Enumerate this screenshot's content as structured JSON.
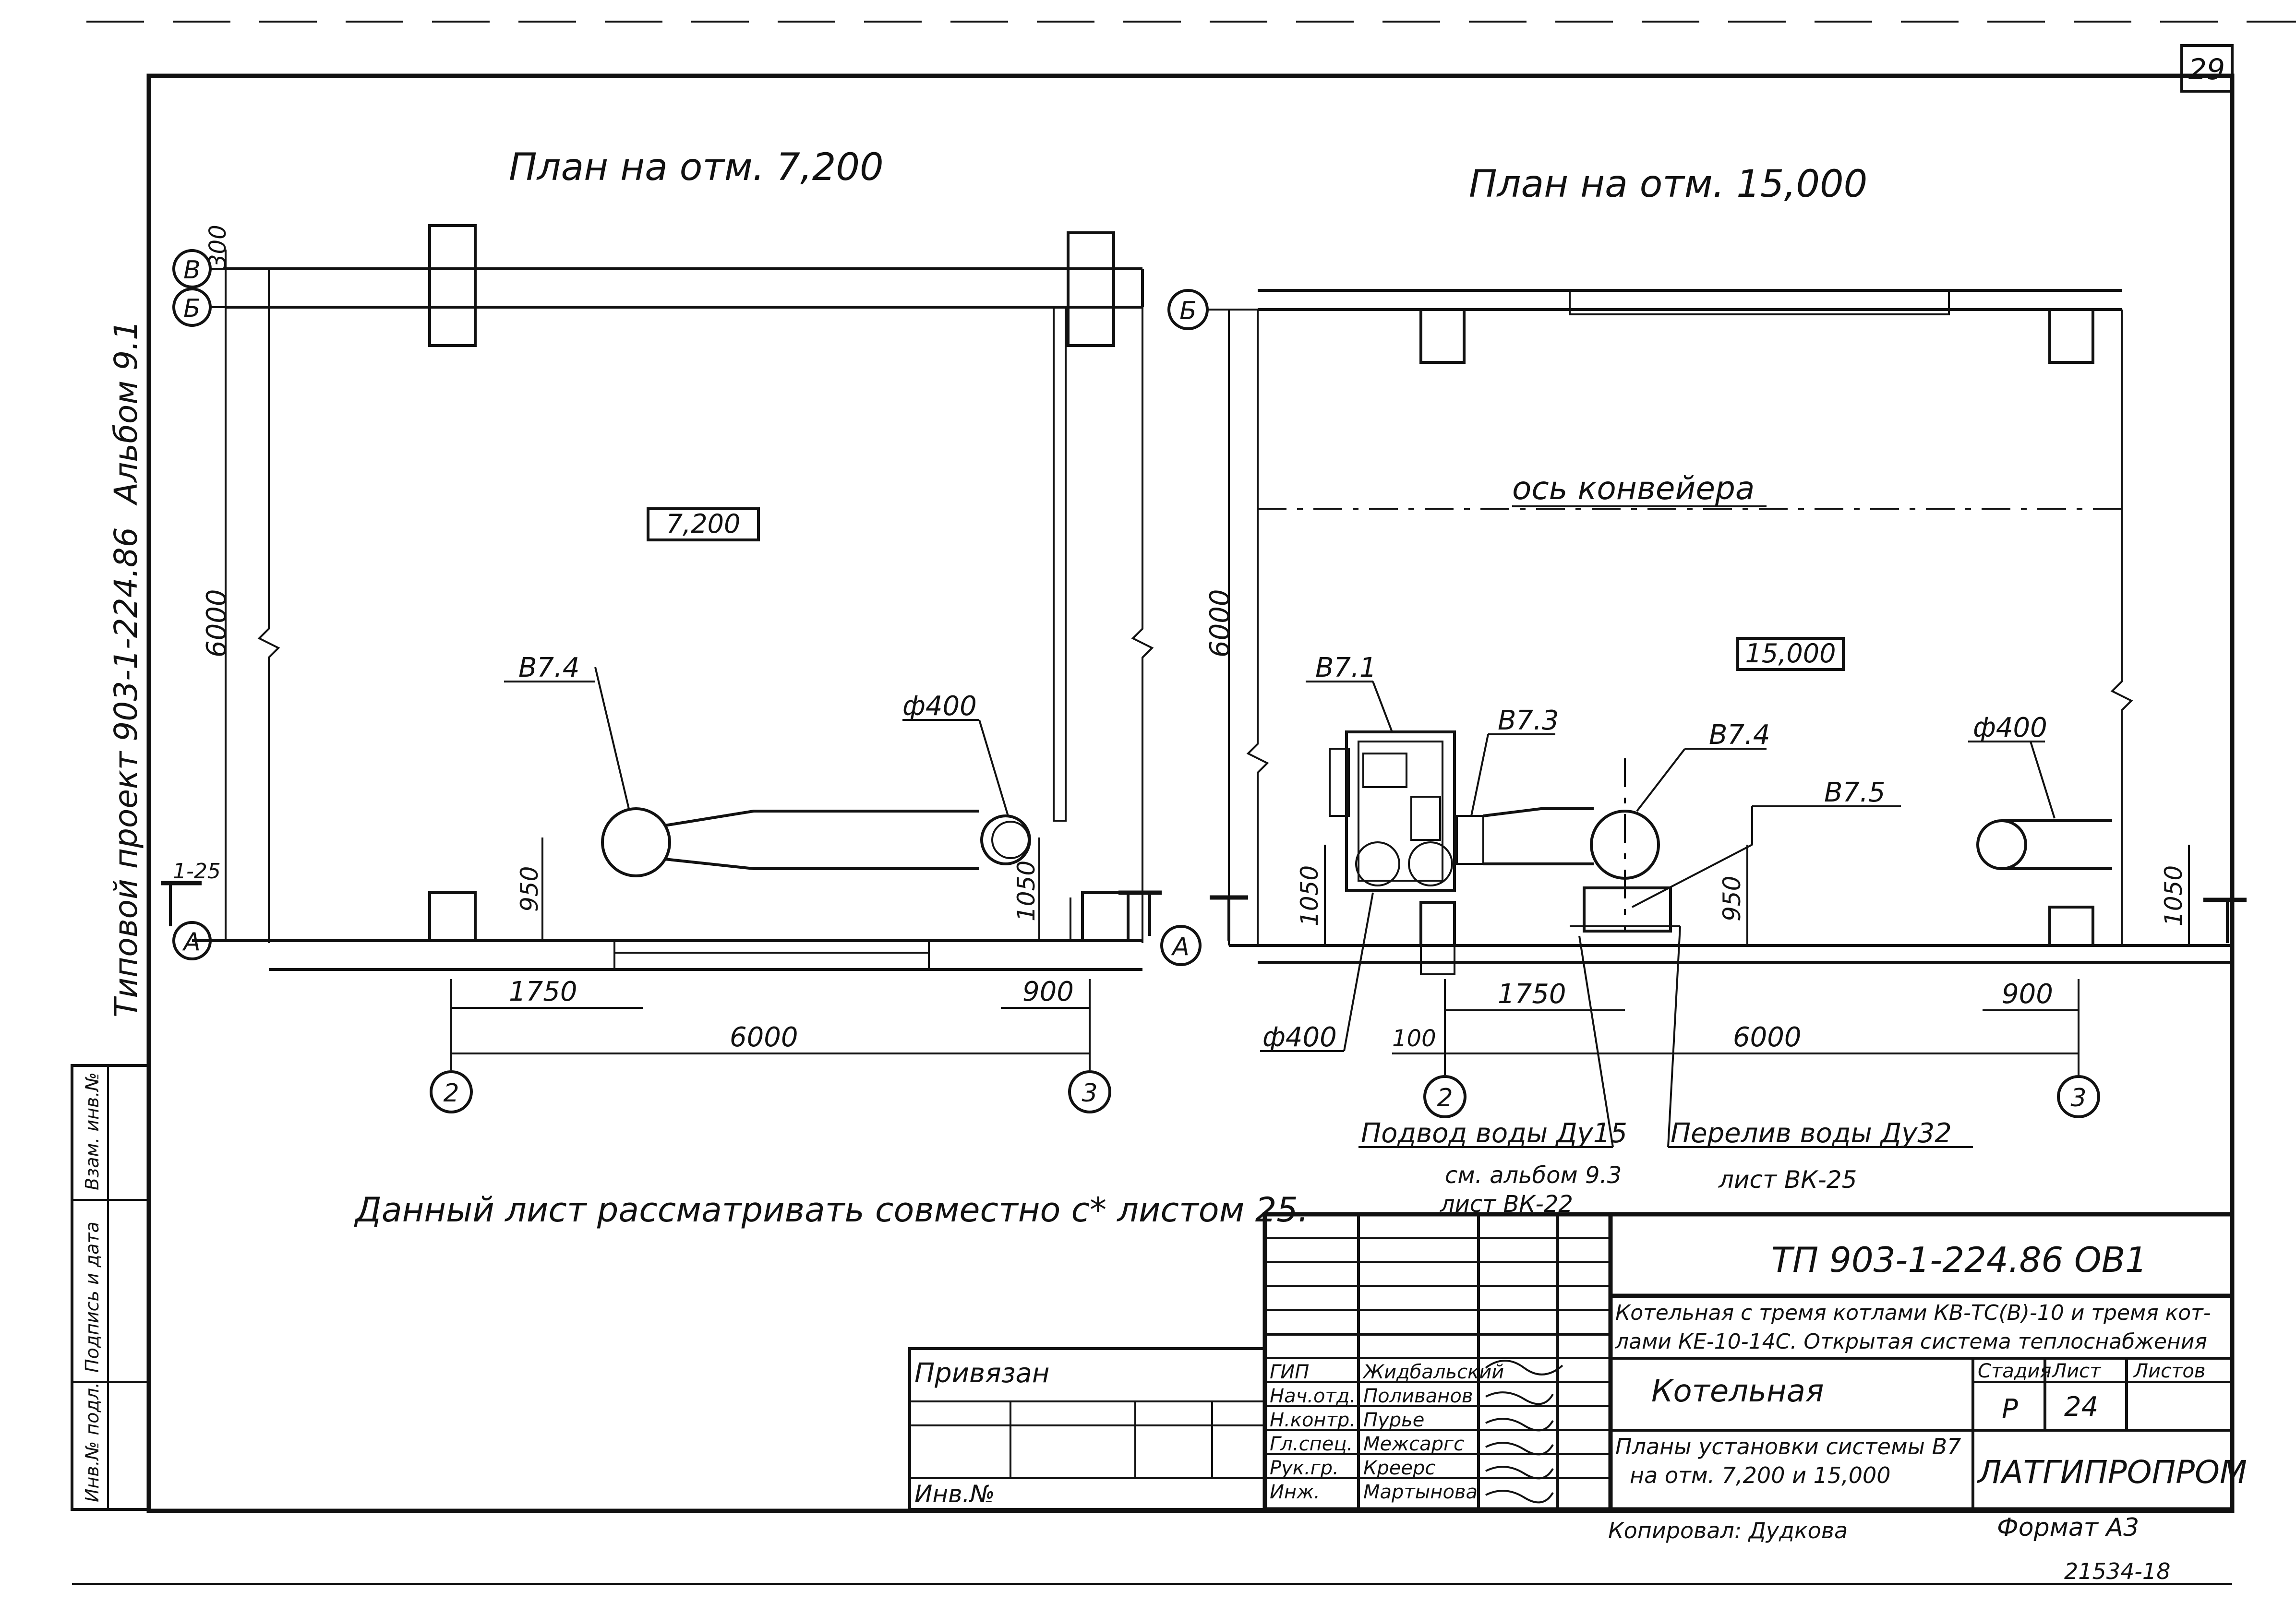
{
  "sheet": {
    "page_number": "29",
    "side_label_project": "Типовой проект 903-1-224.86",
    "side_label_album": "Альбом 9.1",
    "stamp_side_labels": [
      "Инв.№ подл.",
      "Подпись и дата",
      "Взам. инв.№"
    ],
    "note": "Данный лист рассматривать совместно с* листом 25."
  },
  "plan_left": {
    "title": "План на отм. 7,200",
    "level_mark": "7,200",
    "axes": [
      "В",
      "Б",
      "А",
      "2",
      "3"
    ],
    "dims": {
      "top_300": "300",
      "height": "6000",
      "d950": "950",
      "d1050": "1050",
      "d1750": "1750",
      "d900": "900",
      "d6000": "6000"
    },
    "labels": {
      "fan": "В7.4",
      "duct": "ф400",
      "section": "1-25"
    }
  },
  "plan_right": {
    "title": "План на отм. 15,000",
    "level_mark": "15,000",
    "conveyor_axis": "ось конвейера",
    "axes": [
      "Б",
      "А",
      "2",
      "3"
    ],
    "dims": {
      "height": "6000",
      "d1050": "1050",
      "d950": "950",
      "d1750": "1750",
      "d900": "900",
      "d6000": "6000",
      "d100": "100",
      "d1050_r": "1050"
    },
    "labels": {
      "b71": "В7.1",
      "b73": "В7.3",
      "b74": "В7.4",
      "b75": "В7.5",
      "duct_left": "ф400",
      "duct_right": "ф400",
      "water_in": "Подвод воды Ду15",
      "water_in_ref1": "см. альбом 9.3",
      "water_in_ref2": "лист ВК-22",
      "overflow": "Перелив воды Ду32",
      "overflow_ref": "лист ВК-25"
    }
  },
  "title_block": {
    "doc_code": "ТП 903-1-224.86 ОВ1",
    "description_line1": "Котельная с тремя котлами КВ-ТС(В)-10 и тремя кот-",
    "description_line2": "лами КЕ-10-14С. Открытая система теплоснабжения",
    "object": "Котельная",
    "sheet_title_line1": "Планы установки системы В7",
    "sheet_title_line2": "на отм. 7,200 и 15,000",
    "stage_header": "Стадия",
    "sheet_header": "Лист",
    "sheets_header": "Листов",
    "stage": "Р",
    "sheet_no": "24",
    "organization": "ЛАТГИПРОПРОМ",
    "bound_label": "Привязан",
    "inv_label": "Инв.№",
    "copied": "Копировал: Дудкова",
    "format": "Формат А3",
    "archive_no": "21534-18",
    "signatories": [
      {
        "role": "ГИП",
        "name": "Жидбальский"
      },
      {
        "role": "Нач.отд.",
        "name": "Поливанов"
      },
      {
        "role": "Н.контр.",
        "name": "Пурье"
      },
      {
        "role": "Гл.спец.",
        "name": "Межсаргс"
      },
      {
        "role": "Рук.гр.",
        "name": "Креерс"
      },
      {
        "role": "Инж.",
        "name": "Мартынова"
      }
    ]
  }
}
